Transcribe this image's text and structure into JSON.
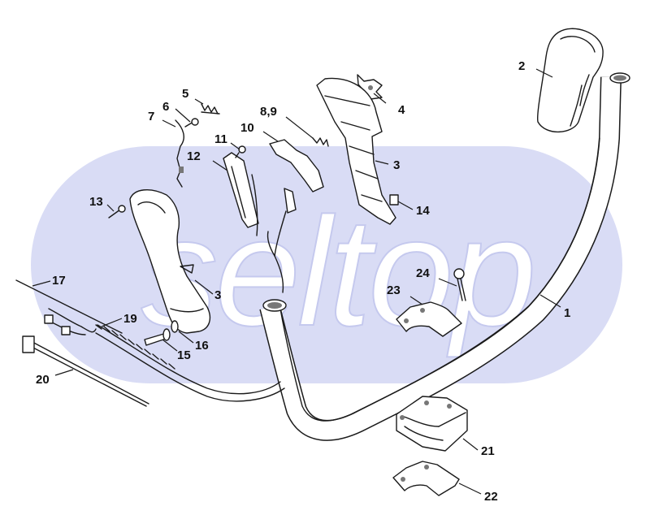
{
  "watermark": {
    "text": "seltop",
    "background_color": "#d9dcf5",
    "text_color": "#ffffff"
  },
  "callouts": [
    {
      "id": "1",
      "label": "1"
    },
    {
      "id": "2",
      "label": "2"
    },
    {
      "id": "3a",
      "label": "3"
    },
    {
      "id": "3b",
      "label": "3"
    },
    {
      "id": "4",
      "label": "4"
    },
    {
      "id": "5",
      "label": "5"
    },
    {
      "id": "6",
      "label": "6"
    },
    {
      "id": "7",
      "label": "7"
    },
    {
      "id": "89",
      "label": "8,9"
    },
    {
      "id": "10",
      "label": "10"
    },
    {
      "id": "11",
      "label": "11"
    },
    {
      "id": "12",
      "label": "12"
    },
    {
      "id": "13",
      "label": "13"
    },
    {
      "id": "14",
      "label": "14"
    },
    {
      "id": "15",
      "label": "15"
    },
    {
      "id": "16",
      "label": "16"
    },
    {
      "id": "17",
      "label": "17"
    },
    {
      "id": "19",
      "label": "19"
    },
    {
      "id": "20",
      "label": "20"
    },
    {
      "id": "21",
      "label": "21"
    },
    {
      "id": "22",
      "label": "22"
    },
    {
      "id": "23",
      "label": "23"
    },
    {
      "id": "24",
      "label": "24"
    }
  ]
}
